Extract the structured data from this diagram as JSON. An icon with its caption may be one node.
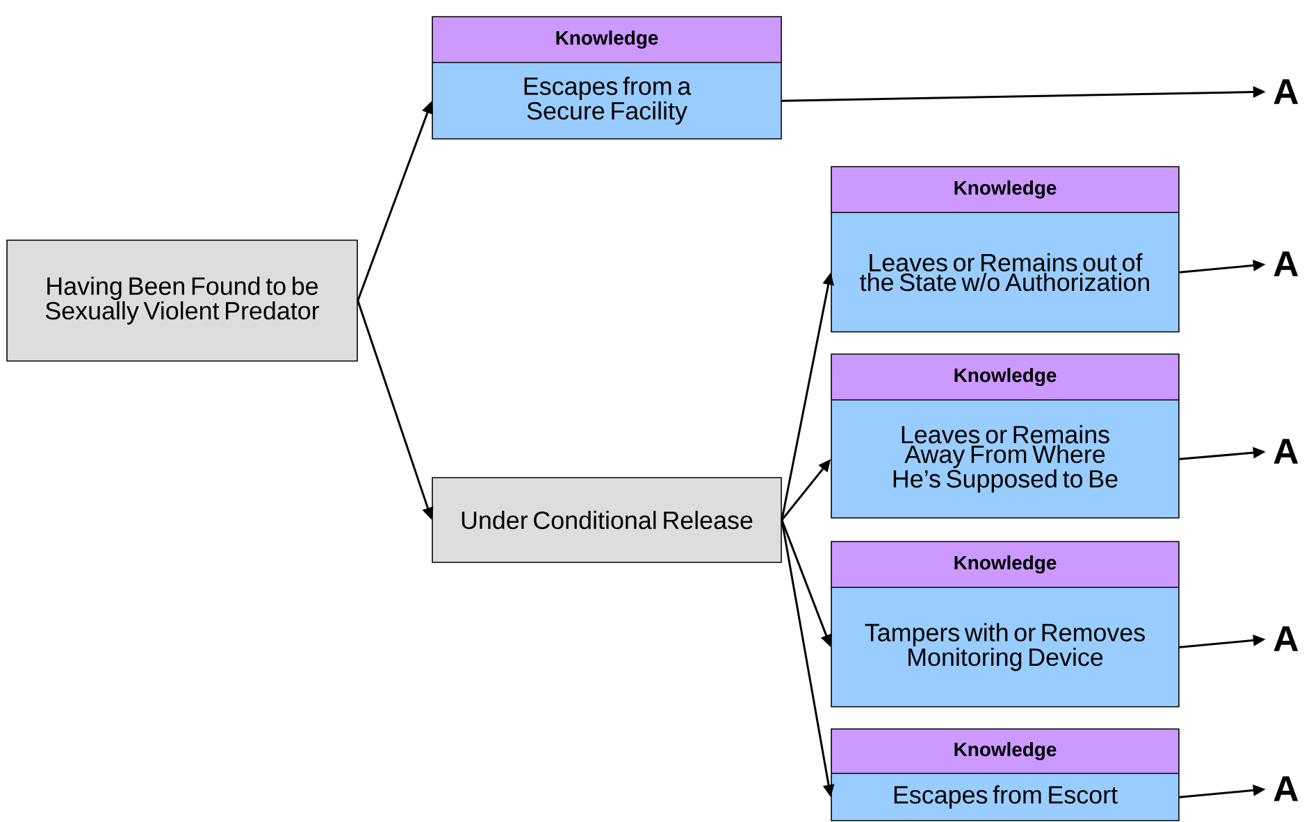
{
  "diagram": {
    "nodes": [
      {
        "text": [
          "Having Been Found to be Sexually Violent Predator"
        ]
      },
      {
        "text": [
          "Knowledge",
          "Escapes from a Secure Facility"
        ]
      },
      {
        "text": [
          "A"
        ]
      },
      {
        "text": [
          "Under Conditional Release"
        ]
      },
      {
        "text": [
          "Knowledge",
          "Leaves or Remains out of the State w/o Authorization"
        ]
      },
      {
        "text": [
          "A"
        ]
      },
      {
        "text": [
          "Knowledge",
          "Leaves or Remains Away From Where He’s Supposed to Be"
        ]
      },
      {
        "text": [
          "A"
        ]
      },
      {
        "text": [
          "Knowledge",
          "Tampers with or Removes Monitoring Device"
        ]
      },
      {
        "text": [
          "A"
        ]
      },
      {
        "text": [
          "Knowledge",
          "Escapes from Escort"
        ]
      },
      {
        "text": [
          "A"
        ]
      }
    ],
    "edges": [
      {
        "from": 0,
        "to": 1,
        "arrow": "to"
      },
      {
        "from": 0,
        "to": 3,
        "arrow": "to"
      },
      {
        "from": 1,
        "to": 2,
        "arrow": "to"
      },
      {
        "from": 3,
        "to": 4,
        "arrow": "to"
      },
      {
        "from": 3,
        "to": 6,
        "arrow": "to"
      },
      {
        "from": 3,
        "to": 8,
        "arrow": "to"
      },
      {
        "from": 3,
        "to": 10,
        "arrow": "to"
      },
      {
        "from": 4,
        "to": 5,
        "arrow": "to"
      },
      {
        "from": 6,
        "to": 7,
        "arrow": "to"
      },
      {
        "from": 8,
        "to": 9,
        "arrow": "to"
      },
      {
        "from": 10,
        "to": 11,
        "arrow": "to"
      }
    ]
  }
}
